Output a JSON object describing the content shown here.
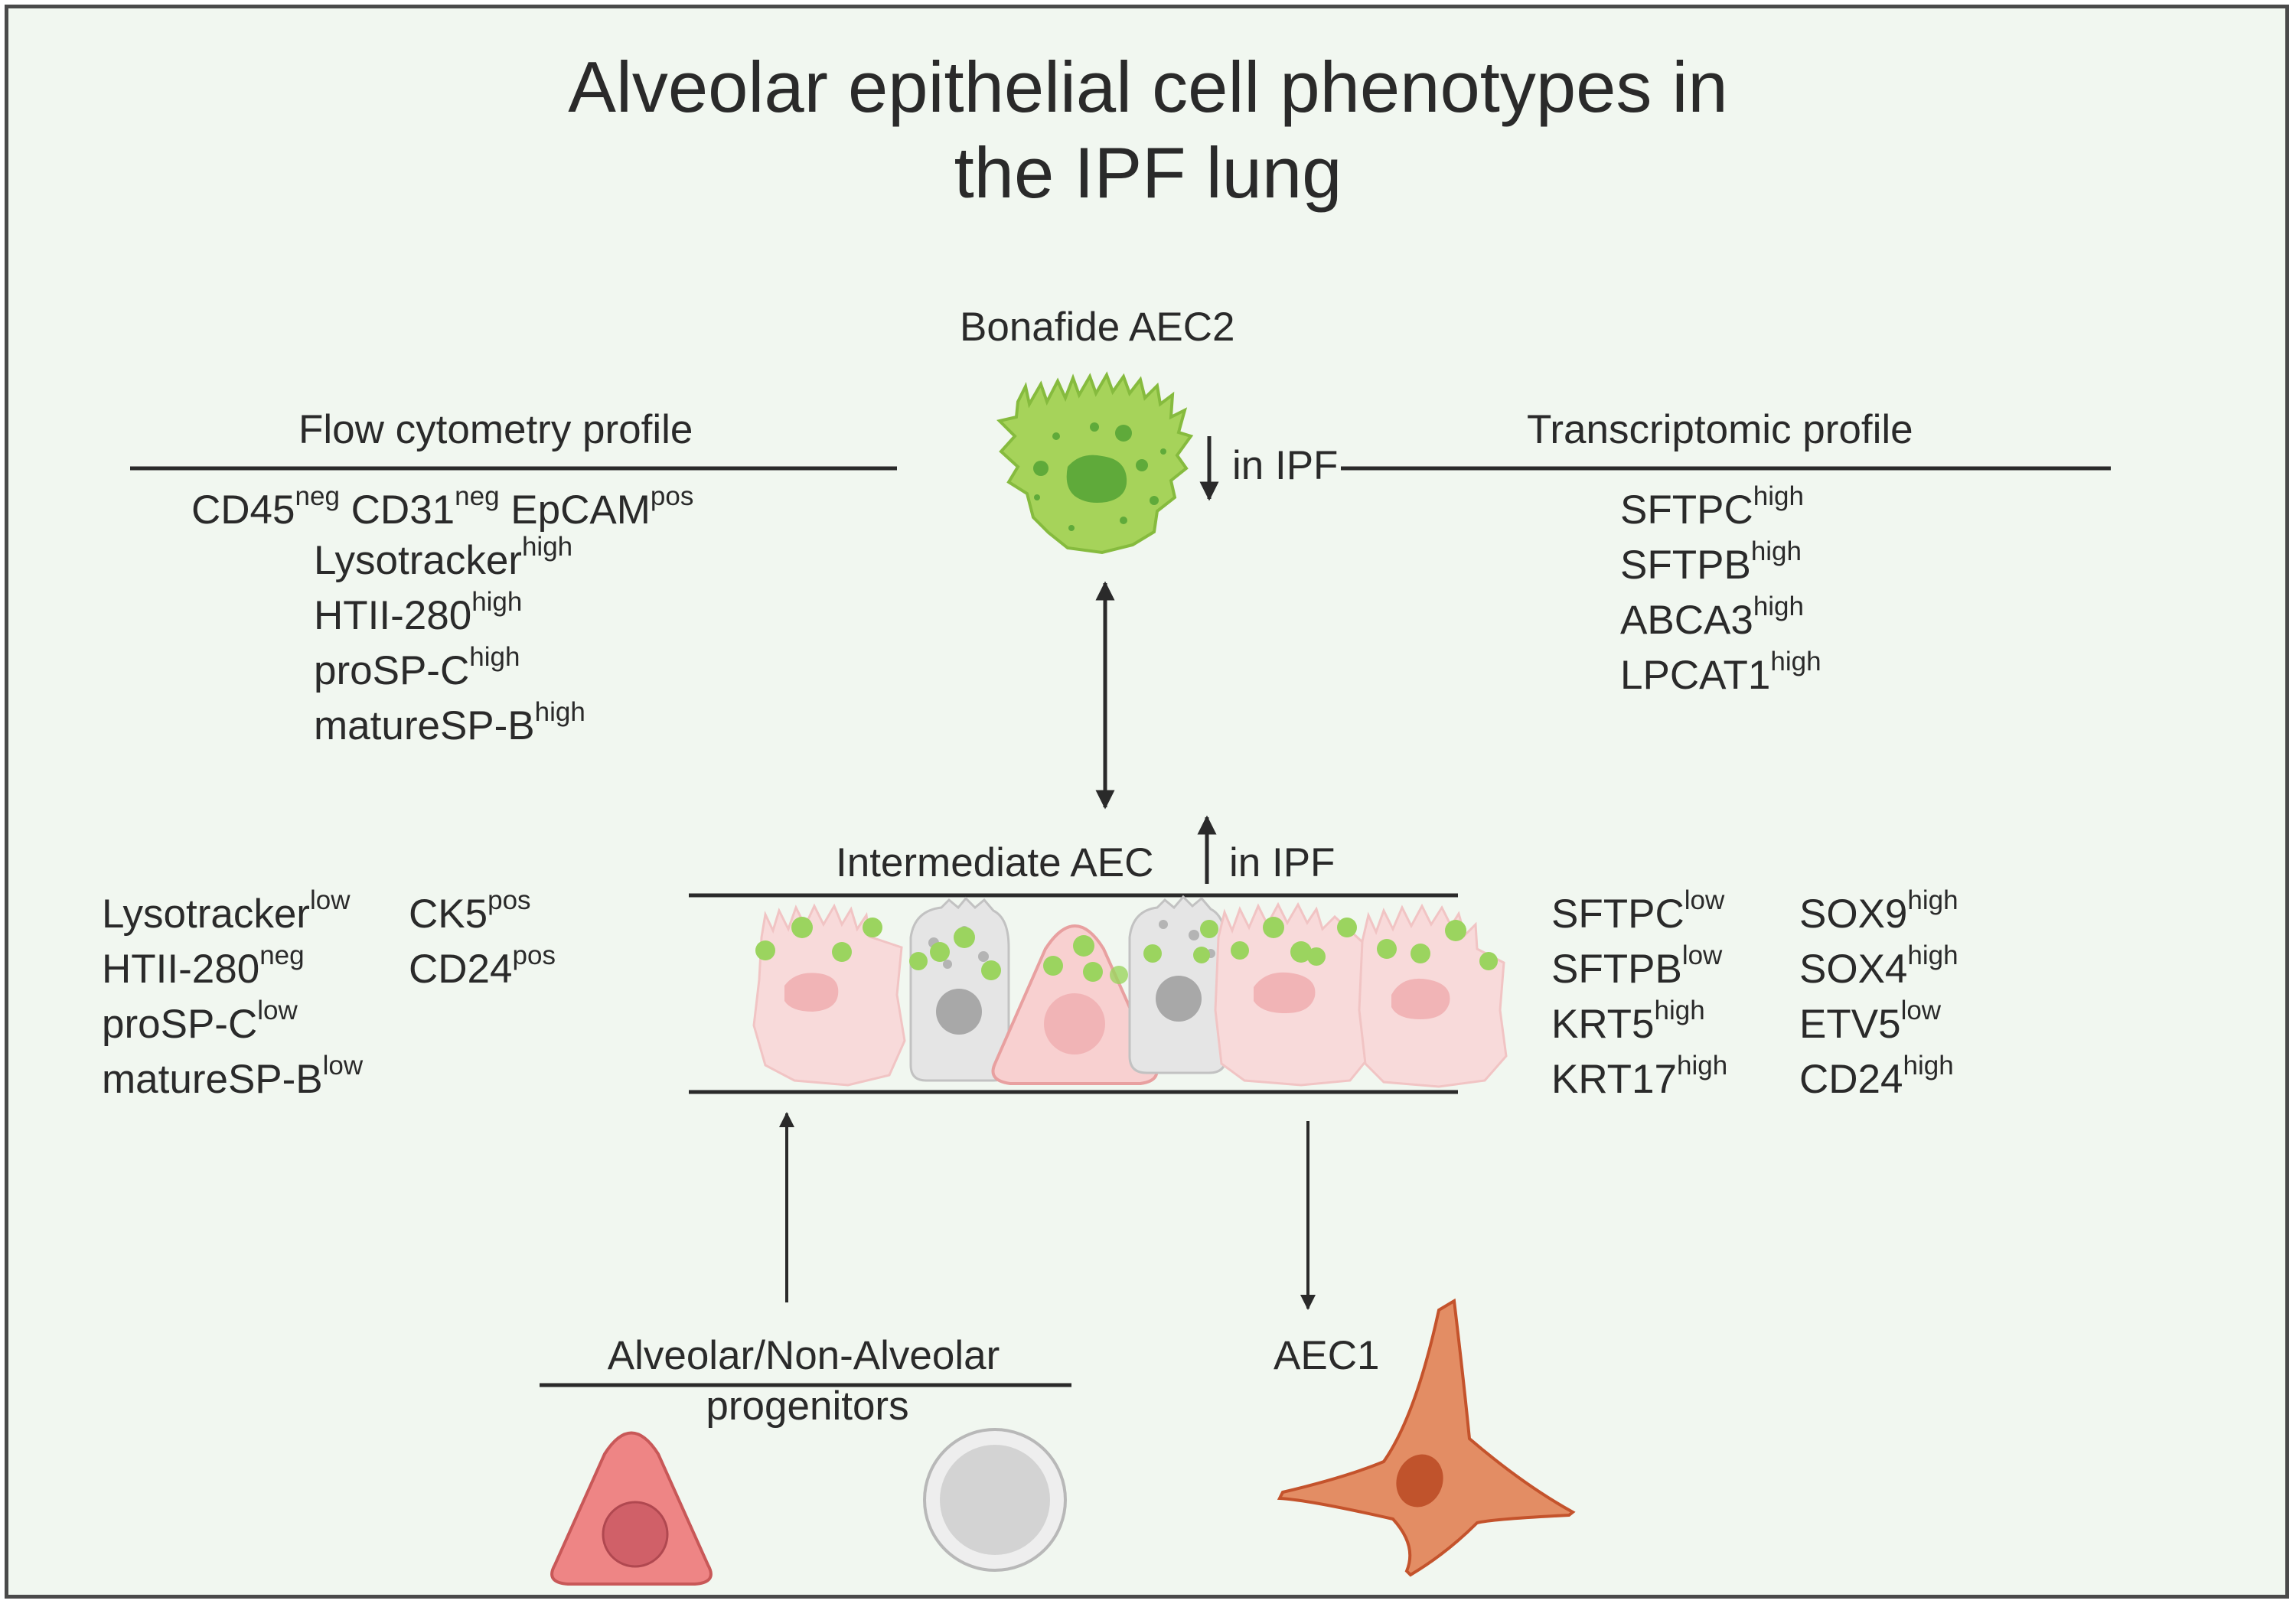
{
  "title_line1": "Alveolar epithelial cell phenotypes in",
  "title_line2": "the IPF lung",
  "labels": {
    "bonafide": "Bonafide AEC2",
    "flow": "Flow cytometry profile",
    "transcriptomic": "Transcriptomic profile",
    "aec2_change": "in IPF",
    "intermediate": "Intermediate AEC",
    "intermediate_change": "in IPF",
    "progenitors_1": "Alveolar/Non-Alveolar",
    "progenitors_2": "progenitors",
    "aec1": "AEC1"
  },
  "flow_markers_aec2": [
    [
      {
        "b": "CD45",
        "s": "neg"
      },
      {
        "b": " CD31",
        "s": "neg"
      },
      {
        "b": " EpCAM",
        "s": "pos"
      }
    ],
    [
      {
        "b": "Lysotracker",
        "s": "high"
      }
    ],
    [
      {
        "b": "HTII-280",
        "s": "high"
      }
    ],
    [
      {
        "b": "proSP-C",
        "s": "high"
      }
    ],
    [
      {
        "b": "matureSP-B",
        "s": "high"
      }
    ]
  ],
  "transcriptomic_markers_aec2": [
    {
      "b": "SFTPC",
      "s": "high"
    },
    {
      "b": "SFTPB",
      "s": "high"
    },
    {
      "b": "ABCA3",
      "s": "high"
    },
    {
      "b": "LPCAT1",
      "s": "high"
    }
  ],
  "flow_markers_intermediate_col1": [
    {
      "b": "Lysotracker",
      "s": "low"
    },
    {
      "b": "HTII-280",
      "s": "neg"
    },
    {
      "b": "proSP-C",
      "s": "low"
    },
    {
      "b": "matureSP-B",
      "s": "low"
    }
  ],
  "flow_markers_intermediate_col2": [
    {
      "b": "CK5",
      "s": "pos"
    },
    {
      "b": "CD24",
      "s": "pos"
    }
  ],
  "transcriptomic_intermediate_col1": [
    {
      "b": "SFTPC",
      "s": "low"
    },
    {
      "b": "SFTPB",
      "s": "low"
    },
    {
      "b": "KRT5",
      "s": "high"
    },
    {
      "b": "KRT17",
      "s": "high"
    }
  ],
  "transcriptomic_intermediate_col2": [
    {
      "b": "SOX9",
      "s": "high"
    },
    {
      "b": "SOX4",
      "s": "high"
    },
    {
      "b": "ETV5",
      "s": "low"
    },
    {
      "b": "CD24",
      "s": "high"
    }
  ],
  "colors": {
    "background": "#f1f7f0",
    "aec2_cell": "#a6d35a",
    "intermediate_pink": "#f8dada",
    "intermediate_gray": "#e3e3e3",
    "progenitor_red": "#ee8585",
    "progenitor_gray": "#d6d6d6",
    "aec1_orange": "#e38d64",
    "granule_green": "#8fcf55"
  }
}
